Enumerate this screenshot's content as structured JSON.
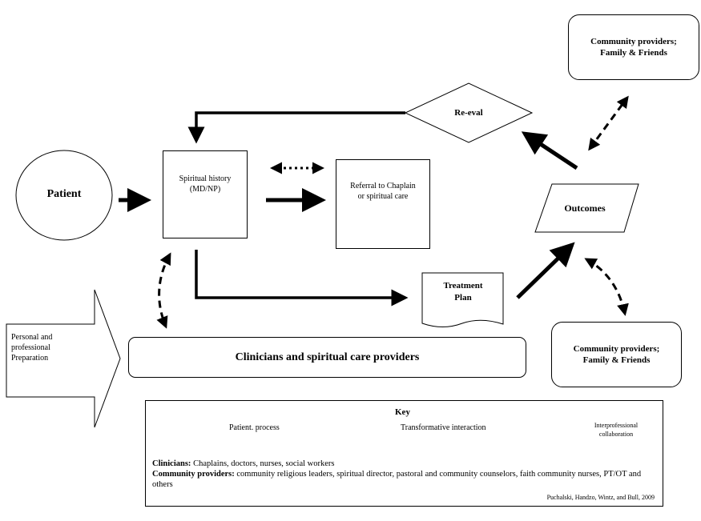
{
  "nodes": {
    "patient": "Patient",
    "spiritual_history": "Spiritual history (MD/NP)",
    "referral": "Referral to Chaplain or spiritual care",
    "treatment_plan": "Treatment Plan",
    "outcomes": "Outcomes",
    "reeval": "Re-eval",
    "community_top": "Community providers; Family & Friends",
    "community_bottom": "Community providers; Family & Friends",
    "clinicians_bar": "Clinicians and spiritual care providers",
    "preparation": "Personal and professional Preparation"
  },
  "key": {
    "title": "Key",
    "patient_process": "Patient. process",
    "transformative": "Transformative interaction",
    "interprofessional": "Interprofessional collaboration",
    "clinicians_label": "Clinicians:",
    "clinicians_text": " Chaplains, doctors, nurses, social workers",
    "community_label": "Community providers:",
    "community_text": " community religious leaders, spiritual director, pastoral  and community counselors, faith community nurses, PT/OT and others",
    "citation": "Puchalski, Handzo, Wintz, and Bull, 2009"
  }
}
